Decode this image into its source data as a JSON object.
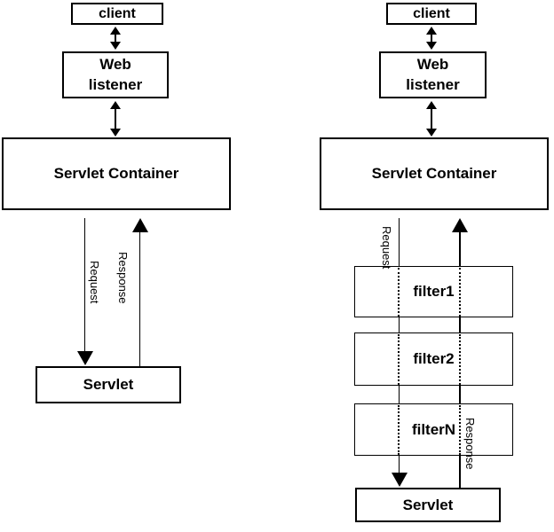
{
  "colors": {
    "line": "#000000",
    "box_fill": "#ffffff",
    "shadow_fill": "#c0c0c0",
    "text": "#000000"
  },
  "icons": {
    "double_arrow": "double-headed-vertical-arrow",
    "request_arrow": "down-arrowhead",
    "response_arrow": "up-arrowhead"
  },
  "left_diagram": {
    "client": "client",
    "web_listener": "Web listener",
    "servlet_container": "Servlet Container",
    "servlet": "Servlet",
    "request_label": "Request",
    "response_label": "Response"
  },
  "right_diagram": {
    "client": "client",
    "web_listener": "Web listener",
    "servlet_container": "Servlet Container",
    "filters": [
      "filter1",
      "filter2",
      "filterN"
    ],
    "servlet": "Servlet",
    "request_label": "Request",
    "response_label": "Response"
  }
}
